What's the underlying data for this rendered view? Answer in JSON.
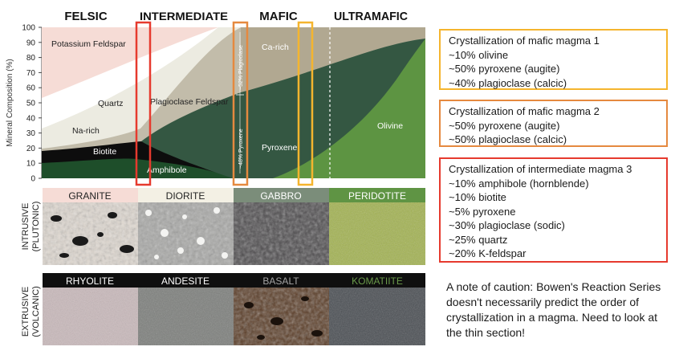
{
  "groups": [
    "FELSIC",
    "INTERMEDIATE",
    "MAFIC",
    "ULTRAMAFIC"
  ],
  "axis": {
    "ylabel": "Mineral Composition (%)",
    "ticks": [
      "0",
      "10",
      "20",
      "30",
      "40",
      "50",
      "60",
      "70",
      "80",
      "90",
      "100"
    ]
  },
  "minerals": {
    "potassium_feldspar": "Potassium Feldspar",
    "quartz": "Quartz",
    "na_rich": "Na-rich",
    "biotite": "Biotite",
    "amphibole": "Amphibole",
    "plagioclase": "Plagioclase Feldspar",
    "ca_rich": "Ca-rich",
    "pyroxene": "Pyroxene",
    "olivine": "Olivine",
    "pct_plag": "~52% Plagioclase",
    "pct_pyx": "~48% Pyroxene"
  },
  "rows": {
    "intrusive": "INTRUSIVE",
    "intrusive_sub": "(PLUTONIC)",
    "extrusive": "EXTRUSIVE",
    "extrusive_sub": "(VOLCANIC)"
  },
  "intrusive_rocks": [
    "GRANITE",
    "DIORITE",
    "GABBRO",
    "PERIDOTITE"
  ],
  "extrusive_rocks": [
    "RHYOLITE",
    "ANDESITE",
    "BASALT",
    "KOMATIITE"
  ],
  "colors": {
    "highlight_red": "#e63a2e",
    "highlight_orange": "#e5893f",
    "highlight_yellow": "#f5b52e",
    "kfeldspar": "#f6dcd6",
    "quartz": "#ffffff",
    "na_plag": "#ecebe1",
    "biotite": "#0d0d0d",
    "amphibole": "#1e4e2a",
    "plagioclase": "#c2bcaa",
    "pyroxene": "#345742",
    "olivine": "#5d9442",
    "ca_plag": "#b1a891"
  },
  "box1": {
    "title": "Crystallization of mafic magma 1",
    "lines": [
      "~10% olivine",
      "~50% pyroxene (augite)",
      "~40% plagioclase (calcic)"
    ]
  },
  "box2": {
    "title": "Crystallization of mafic magma 2",
    "lines": [
      "~50% pyroxene (augite)",
      "~50% plagioclase (calcic)"
    ]
  },
  "box3": {
    "title": "Crystallization of intermediate magma 3",
    "lines": [
      "~10% amphibole (hornblende)",
      "~10% biotite",
      "~5% pyroxene",
      "~30% plagioclase (sodic)",
      "~25% quartz",
      "~20% K-feldspar"
    ]
  },
  "note": "A note of caution: Bowen's Reaction Series doesn't necessarily predict the order of crystallization in a magma. Need to look at the thin section!"
}
